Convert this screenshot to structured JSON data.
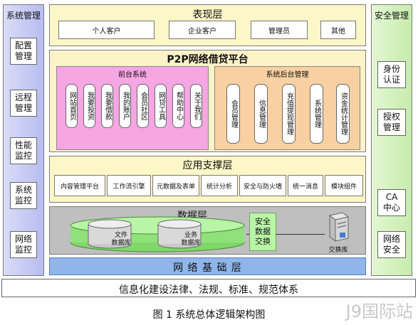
{
  "left_column": {
    "title": "系统管理",
    "items": [
      "配置\n管理",
      "远程\n管理",
      "性能\n监控",
      "系统\n监控",
      "网络\n监控"
    ]
  },
  "right_column": {
    "title": "安全管理",
    "items": [
      "身份\n认证",
      "授权\n管理",
      "CA\n中心",
      "网络\n安全"
    ]
  },
  "presentation_layer": {
    "title": "表现层",
    "items": [
      "个人客户",
      "企业客户",
      "管理员",
      "其他"
    ]
  },
  "platform": {
    "title": "P2P网络借贷平台",
    "front": {
      "title": "前台系统",
      "items": [
        "网站首页",
        "我要投资",
        "我要借款",
        "我的账户",
        "会员社区",
        "网贷工具",
        "帮助中心",
        "关于我们"
      ]
    },
    "back": {
      "title": "系统后台管理",
      "items": [
        "会员管理",
        "信息管理",
        "充值提现管理",
        "系统管理",
        "资金统计管理"
      ]
    }
  },
  "support_layer": {
    "title": "应用支撑层",
    "items": [
      "内容管理平台",
      "工作流引擎",
      "元数据及表单",
      "统计分析",
      "安全与防火墙",
      "统一消息",
      "模块组件"
    ]
  },
  "data_layer": {
    "title": "数据层",
    "db1": "文件\n数据库",
    "db2": "业务\n数据库",
    "exchange": "安全\n数据\n交换",
    "server": "交换库"
  },
  "network_layer": {
    "title": "网 络 基 础 层"
  },
  "regulation": {
    "text": "信息化建设法律、法规、标准、规范体系"
  },
  "caption": "图 1  系统总体逻辑架构图",
  "watermark": "J9国际站",
  "colors": {
    "left_col": "#c3c7f3",
    "right_col": "#d4f1bf",
    "yellow_layer": "#fdf6c6",
    "platform_bg": "#fdf3c8",
    "front_bg": "#f6a6e3",
    "back_bg": "#f9d0a2",
    "data_bg": "#bfbfbf",
    "db_green": "#a6ef8e",
    "network_bar": "#8fb5ea"
  }
}
